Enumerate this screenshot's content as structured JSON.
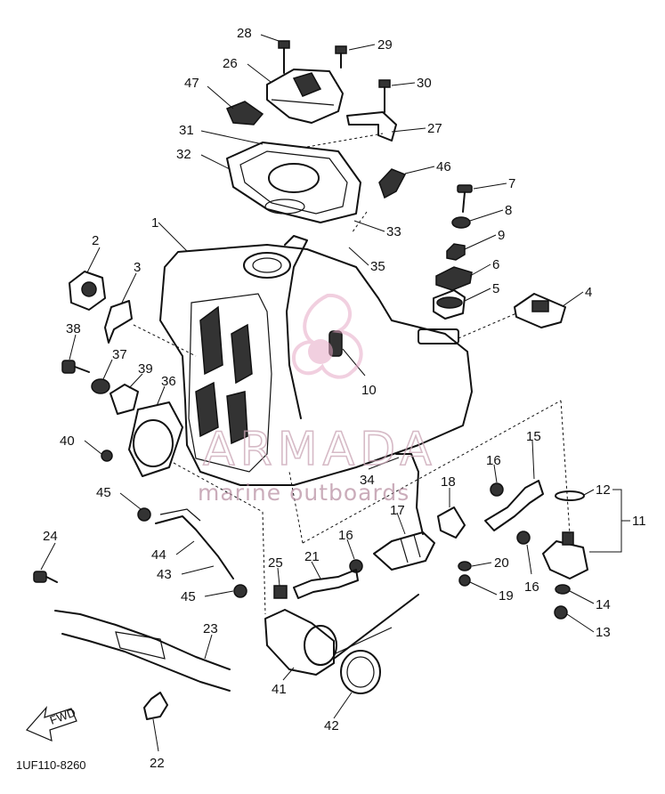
{
  "diagram": {
    "drawing_code": "1UF110-8260",
    "fwd_label": "FWD",
    "watermark": {
      "brand": "ARMADA",
      "tagline": "marine outboards"
    },
    "callouts": [
      {
        "id": "l28",
        "text": "28"
      },
      {
        "id": "l29",
        "text": "29"
      },
      {
        "id": "l26",
        "text": "26"
      },
      {
        "id": "l30",
        "text": "30"
      },
      {
        "id": "l47",
        "text": "47"
      },
      {
        "id": "l27",
        "text": "27"
      },
      {
        "id": "l31",
        "text": "31"
      },
      {
        "id": "l32",
        "text": "32"
      },
      {
        "id": "l46",
        "text": "46"
      },
      {
        "id": "l7",
        "text": "7"
      },
      {
        "id": "l8",
        "text": "8"
      },
      {
        "id": "l1",
        "text": "1"
      },
      {
        "id": "l33",
        "text": "33"
      },
      {
        "id": "l2",
        "text": "2"
      },
      {
        "id": "l9",
        "text": "9"
      },
      {
        "id": "l35",
        "text": "35"
      },
      {
        "id": "l3",
        "text": "3"
      },
      {
        "id": "l6",
        "text": "6"
      },
      {
        "id": "l5",
        "text": "5"
      },
      {
        "id": "l4",
        "text": "4"
      },
      {
        "id": "l38",
        "text": "38"
      },
      {
        "id": "l37",
        "text": "37"
      },
      {
        "id": "l39",
        "text": "39"
      },
      {
        "id": "l10",
        "text": "10"
      },
      {
        "id": "l36",
        "text": "36"
      },
      {
        "id": "l40",
        "text": "40"
      },
      {
        "id": "l15",
        "text": "15"
      },
      {
        "id": "l16a",
        "text": "16"
      },
      {
        "id": "l34",
        "text": "34"
      },
      {
        "id": "l18",
        "text": "18"
      },
      {
        "id": "l12",
        "text": "12"
      },
      {
        "id": "l45a",
        "text": "45"
      },
      {
        "id": "l17",
        "text": "17"
      },
      {
        "id": "l11",
        "text": "11"
      },
      {
        "id": "l24",
        "text": "24"
      },
      {
        "id": "l16b",
        "text": "16"
      },
      {
        "id": "l44",
        "text": "44"
      },
      {
        "id": "l43",
        "text": "43"
      },
      {
        "id": "l21",
        "text": "21"
      },
      {
        "id": "l25",
        "text": "25"
      },
      {
        "id": "l20",
        "text": "20"
      },
      {
        "id": "l16c",
        "text": "16"
      },
      {
        "id": "l45b",
        "text": "45"
      },
      {
        "id": "l19",
        "text": "19"
      },
      {
        "id": "l14",
        "text": "14"
      },
      {
        "id": "l13",
        "text": "13"
      },
      {
        "id": "l23",
        "text": "23"
      },
      {
        "id": "l41",
        "text": "41"
      },
      {
        "id": "l42",
        "text": "42"
      },
      {
        "id": "l22",
        "text": "22"
      }
    ]
  },
  "colors": {
    "line": "#111111",
    "background": "#ffffff",
    "watermark": "#c9a4b4",
    "watermark_logo": "#e6a9c6"
  }
}
